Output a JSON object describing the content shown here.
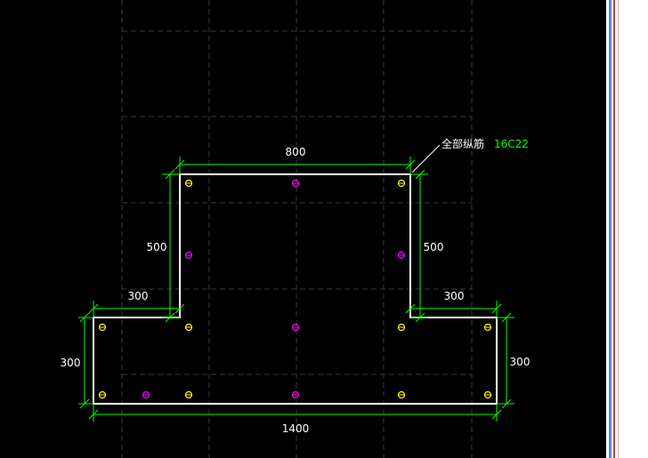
{
  "dimensions": {
    "top_width": "800",
    "left_height": "500",
    "right_height": "500",
    "left_flange": "300",
    "right_flange": "300",
    "left_depth": "300",
    "right_depth": "300",
    "bottom_width": "1400"
  },
  "annotation": {
    "label": "全部纵筋",
    "code": "16C22"
  },
  "colors": {
    "background": "#000000",
    "outline": "#ffffff",
    "dimension": "#00ff00",
    "grid": "#808080",
    "corner_bar": "#ffff00",
    "middle_bar": "#ff00ff",
    "code_text": "#00ff00"
  },
  "rebar": {
    "count": 16,
    "corner_color_name": "yellow",
    "middle_color_name": "magenta"
  }
}
